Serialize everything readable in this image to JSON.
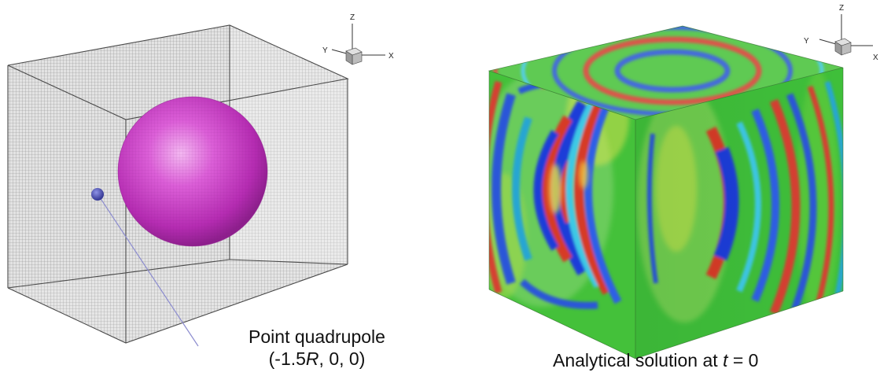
{
  "left_panel": {
    "axes": {
      "z": "Z",
      "y": "Y",
      "x": "X"
    },
    "annotation_line1": "Point quadrupole",
    "coord_open": "(-1.5",
    "coord_symbol": "R",
    "coord_rest": ", 0, 0)"
  },
  "right_panel": {
    "axes": {
      "z": "Z",
      "y": "Y",
      "x": "X"
    },
    "caption_prefix": "Analytical solution at ",
    "caption_var": "t",
    "caption_suffix": " = 0"
  },
  "colors": {
    "grid_face": "#d9d9d9",
    "grid_line": "#8a8a8a",
    "sphere": "#c93cc6",
    "quadrupole_point": "#3b3fa8",
    "leader_line": "#8c8ccf",
    "field_background": "#3fbf3a"
  }
}
